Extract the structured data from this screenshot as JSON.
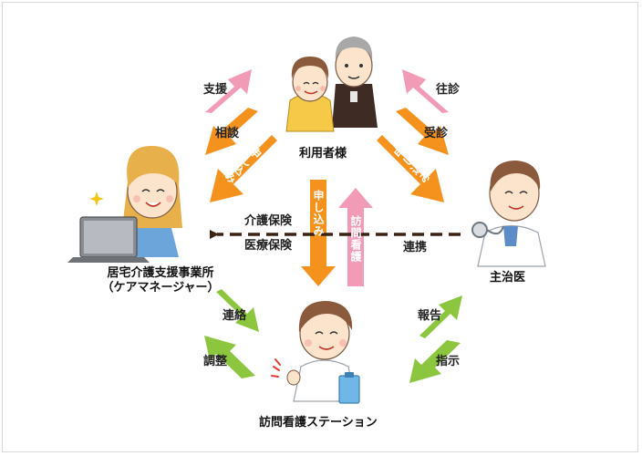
{
  "nodes": {
    "user": {
      "label": "利用者様"
    },
    "care_office": {
      "line1": "居宅介護支援事業所",
      "line2": "（ケアマネージャー）"
    },
    "doctor": {
      "label": "主治医"
    },
    "station": {
      "label": "訪問看護ステーション"
    }
  },
  "edges": {
    "support": "支援",
    "consult": "相談",
    "visit_doctor": "往診",
    "consultation": "受診",
    "apply_left": "申し込み",
    "apply_right": "申し込み",
    "apply_center": "申し込み",
    "visit_nursing": "訪問看護",
    "insurance_care": "介護保険",
    "insurance_medical": "医療保険",
    "cooperation": "連携",
    "contact": "連絡",
    "adjust": "調整",
    "report": "報告",
    "instruct": "指示"
  },
  "colors": {
    "orange": "#f5921e",
    "pink": "#f29bb6",
    "green": "#8cc63f",
    "dark_arrow": "#3b2314"
  }
}
